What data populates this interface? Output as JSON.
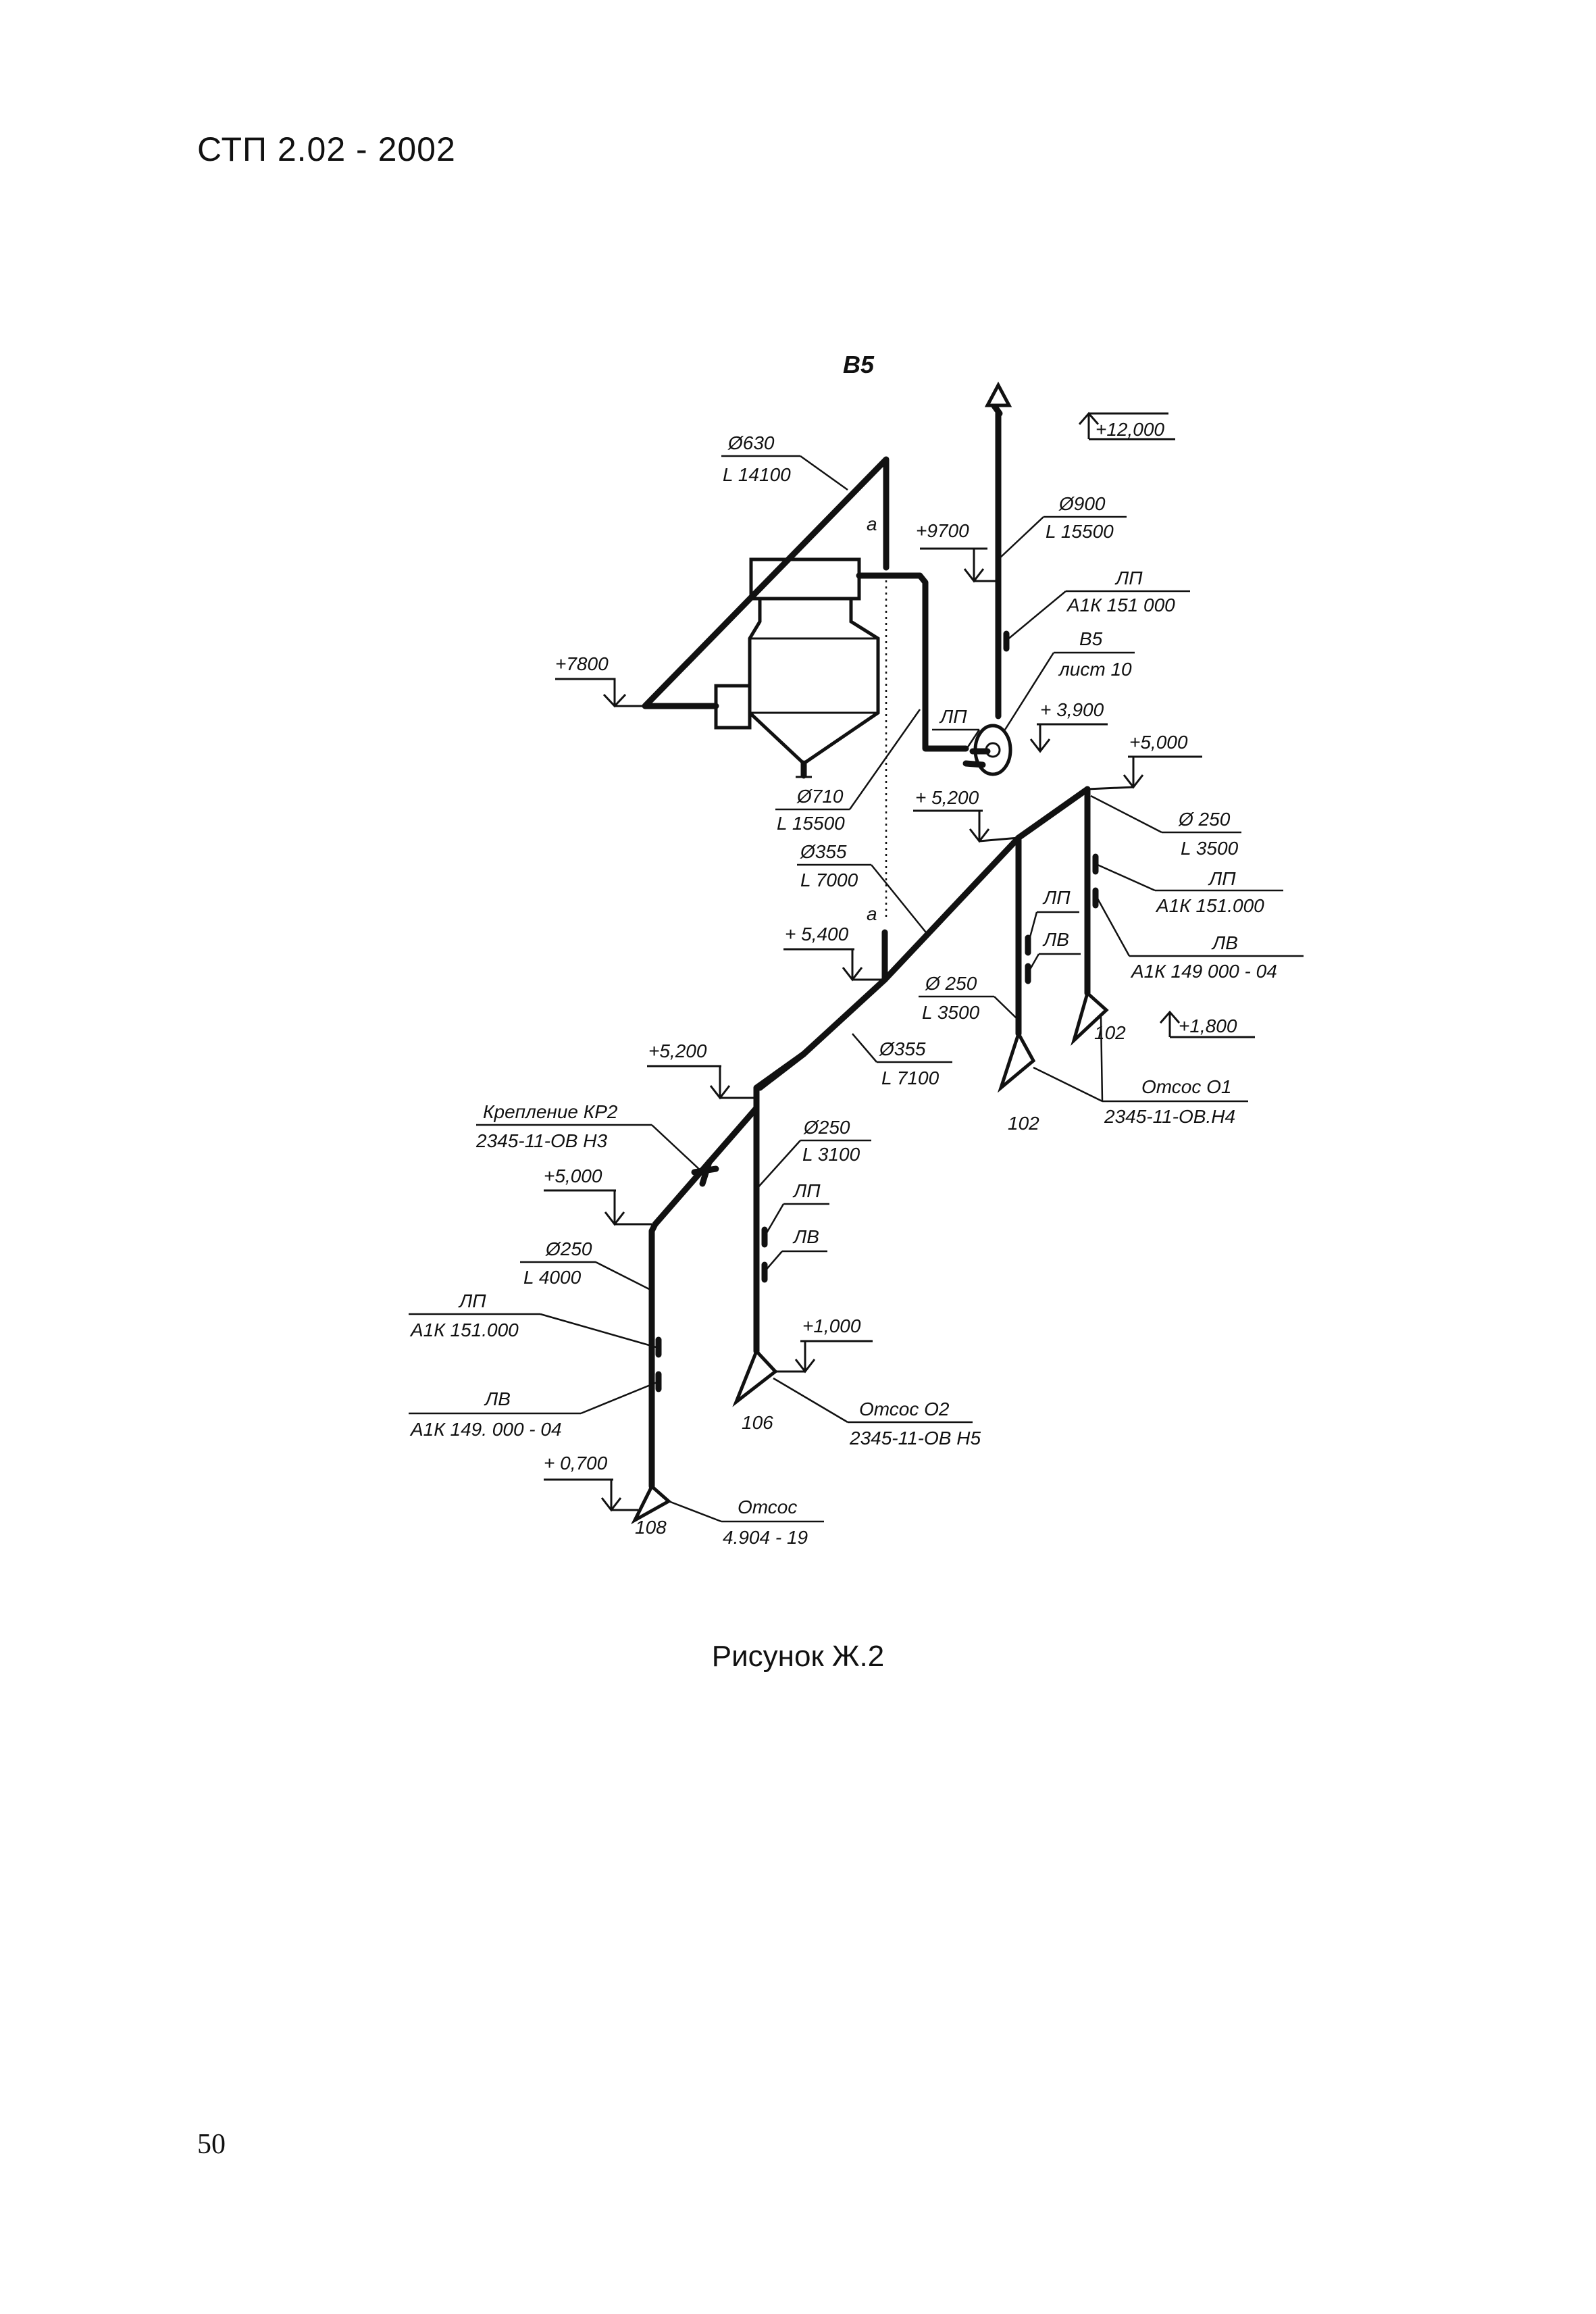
{
  "header": {
    "doc_code": "СТП 2.02 - 2002"
  },
  "figure": {
    "system_title": "В5",
    "pipes": {
      "p630": {
        "d": "Ø630",
        "l": "L 14100"
      },
      "p900": {
        "d": "Ø900",
        "l": "L 15500"
      },
      "p710": {
        "d": "Ø710",
        "l": "L 15500"
      },
      "p355a": {
        "d": "Ø355",
        "l": "L 7000"
      },
      "p250a": {
        "d": "Ø 250",
        "l": "L 3500"
      },
      "p250b": {
        "d": "Ø 250",
        "l": "L 3500"
      },
      "p355b": {
        "d": "Ø355",
        "l": "L 7100"
      },
      "p250c": {
        "d": "Ø250",
        "l": "L 3100"
      },
      "p250d": {
        "d": "Ø250",
        "l": "L 4000"
      }
    },
    "elevations": {
      "e12000": "+12,000",
      "e9700": "+9700",
      "e7800": "+7800",
      "e3900": "+ 3,900",
      "e5000a": "+5,000",
      "e5200a": "+ 5,200",
      "e5400": "+ 5,400",
      "e1800": "+1,800",
      "e5200b": "+5,200",
      "e5000b": "+5,000",
      "e1000": "+1,000",
      "e0700": "+ 0,700"
    },
    "valves": {
      "lp_top": {
        "name": "ЛП",
        "code": "А1К 151 000"
      },
      "lp_right": {
        "name": "ЛП",
        "code": "А1К 151.000"
      },
      "lv_right": {
        "name": "ЛВ",
        "code": "А1К 149  000 - 04"
      },
      "lp_left": {
        "name": "ЛП",
        "code": "А1К 151.000"
      },
      "lv_left": {
        "name": "ЛВ",
        "code": "А1К 149. 000 - 04"
      },
      "lp_mid": "ЛП",
      "lv_mid": "ЛВ",
      "lp_fan": "ЛП",
      "lp_c": "ЛП",
      "lv_c": "ЛВ"
    },
    "refs": {
      "b5_ref": "В5",
      "sheet": "лист 10",
      "fastening": "Крепление КР2",
      "fastening_code": "2345-11-ОВ Н3",
      "marker_a1": "а",
      "marker_a2": "а"
    },
    "suctions": {
      "o1": {
        "name": "Отсос О1",
        "code": "2345-11-ОВ.Н4"
      },
      "o2": {
        "name": "Отсос О2",
        "code": "2345-11-ОВ Н5"
      },
      "o3": {
        "name": "Отсос",
        "code": "4.904 - 19"
      }
    },
    "points": {
      "n102a": "102",
      "n102b": "102",
      "n106": "106",
      "n108": "108"
    }
  },
  "caption": "Рисунок Ж.2",
  "page_number": "50"
}
